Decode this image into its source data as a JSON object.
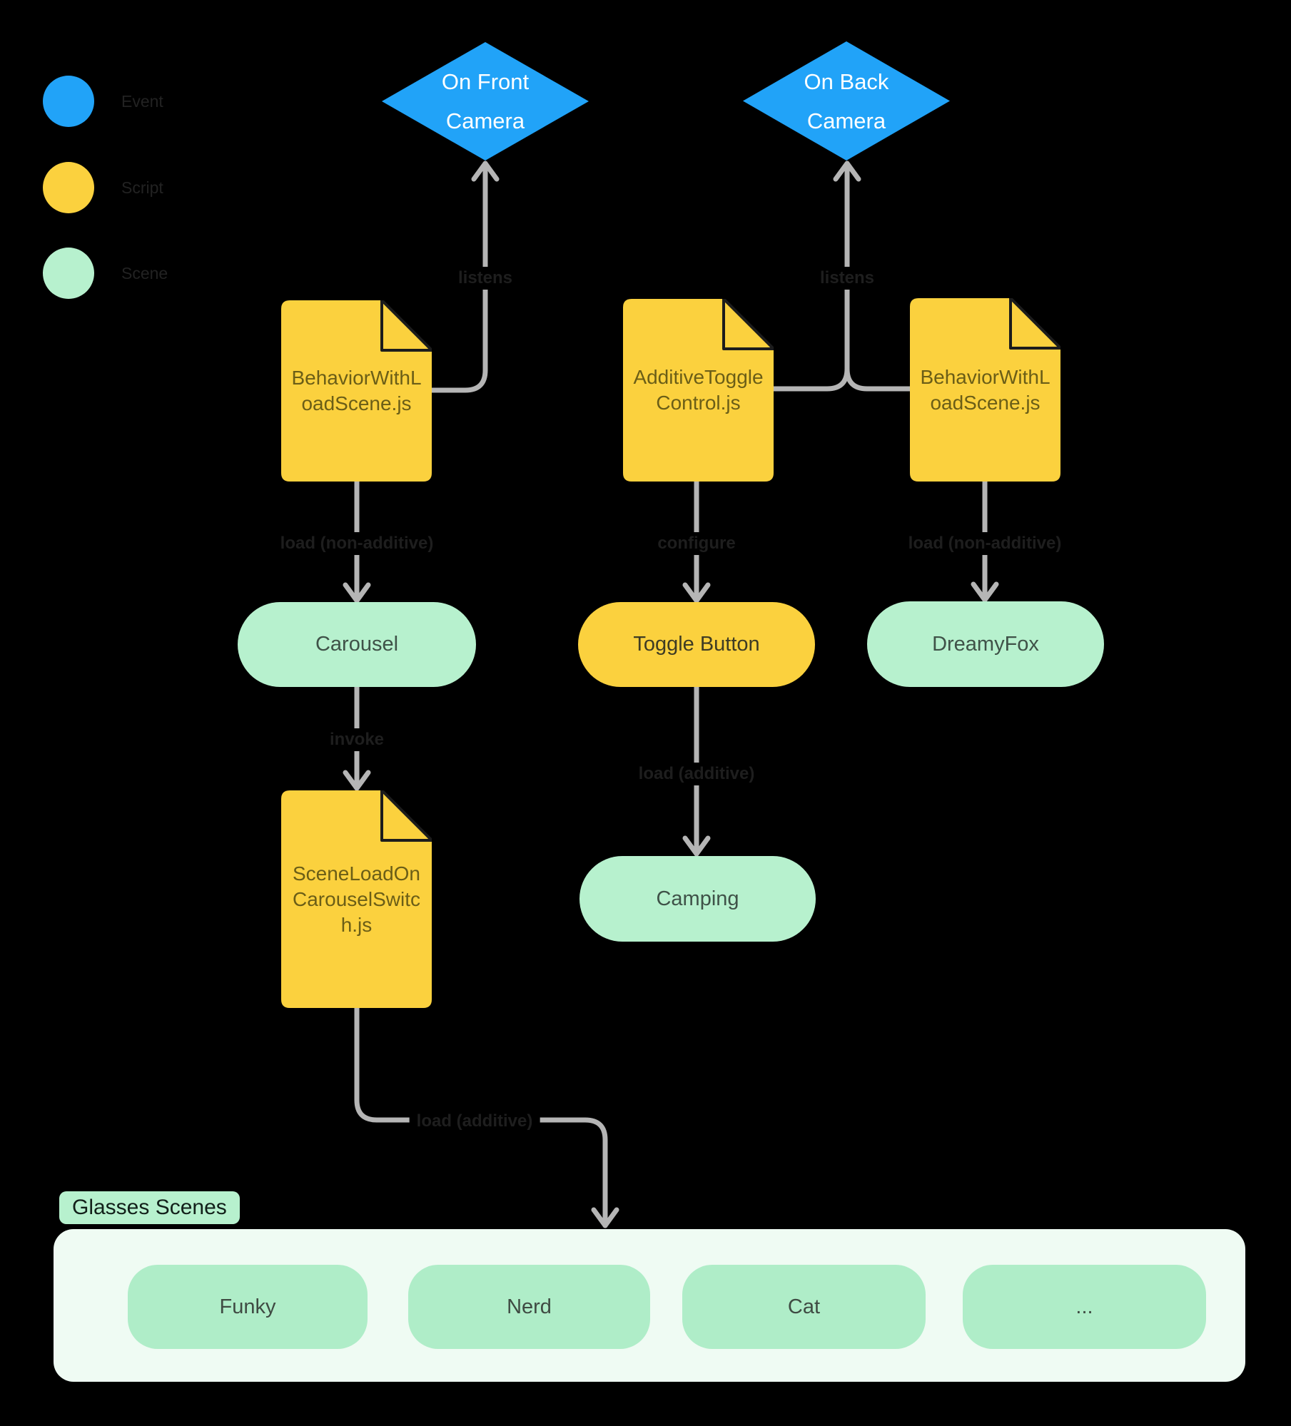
{
  "legend": {
    "items": [
      {
        "label": "Event",
        "color": "#21A3F8"
      },
      {
        "label": "Script",
        "color": "#FBD13E"
      },
      {
        "label": "Scene",
        "color": "#B7F1CE"
      }
    ]
  },
  "nodes": {
    "front_camera": {
      "type": "event",
      "label": "On Front\nCamera"
    },
    "back_camera": {
      "type": "event",
      "label": "On Back\nCamera"
    },
    "behavior_front": {
      "type": "script",
      "label": "BehaviorWithL\noadScene.js"
    },
    "additive_toggle": {
      "type": "script",
      "label": "AdditiveToggle\nControl.js"
    },
    "behavior_back": {
      "type": "script",
      "label": "BehaviorWithL\noadScene.js"
    },
    "carousel": {
      "type": "scene",
      "label": "Carousel"
    },
    "toggle_button": {
      "type": "script",
      "label": "Toggle Button"
    },
    "dreamyfox": {
      "type": "scene",
      "label": "DreamyFox"
    },
    "camping": {
      "type": "scene",
      "label": "Camping"
    },
    "scene_load_carousel": {
      "type": "script",
      "label": "SceneLoadOn\nCarouselSwitc\nh.js"
    }
  },
  "edge_labels": {
    "listens_front": "listens",
    "listens_back": "listens",
    "load_non_additive_left": "load (non-additive)",
    "configure": "configure",
    "load_non_additive_right": "load (non-additive)",
    "invoke": "invoke",
    "load_additive_toggle": "load (additive)",
    "load_additive_carousel": "load (additive)"
  },
  "glasses_scenes": {
    "title": "Glasses Scenes",
    "items": [
      "Funky",
      "Nerd",
      "Cat",
      "..."
    ]
  },
  "colors": {
    "background": "#000000",
    "event_blue": "#21A3F8",
    "script_yellow": "#FBD13E",
    "scene_green": "#B7F1CE",
    "scene_container_bg": "#EFFBF3",
    "scene_item_green": "#AFEDC8",
    "edge_gray": "#B5B5B5",
    "edge_label_text": "#1E1E1E",
    "diamond_text": "#FFFFFF"
  }
}
